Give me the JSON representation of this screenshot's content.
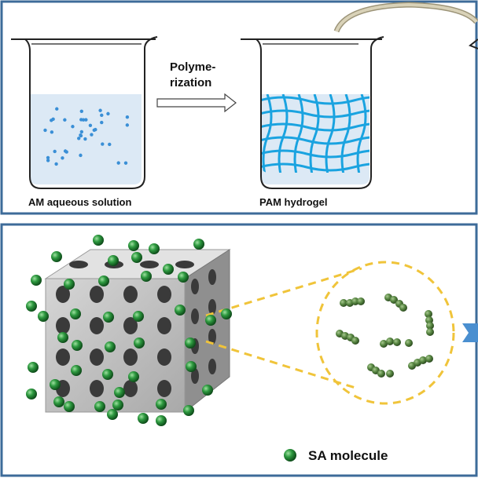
{
  "top_panel": {
    "arrow_label_line1": "Polyme-",
    "arrow_label_line2": "rization",
    "beaker1_label": "AM aqueous solution",
    "beaker2_label": "PAM hydrogel"
  },
  "bottom_panel": {
    "legend_label": "SA molecule"
  },
  "colors": {
    "panel_border": "#3d6b99",
    "liquid": "#dce9f5",
    "monomer_dot": "#3a8fd6",
    "gel_network": "#1aa3e0",
    "sa_molecule": "#2e8b3e",
    "dashed_zoom": "#f0c43a",
    "next_arrow": "#4a8fd0"
  }
}
